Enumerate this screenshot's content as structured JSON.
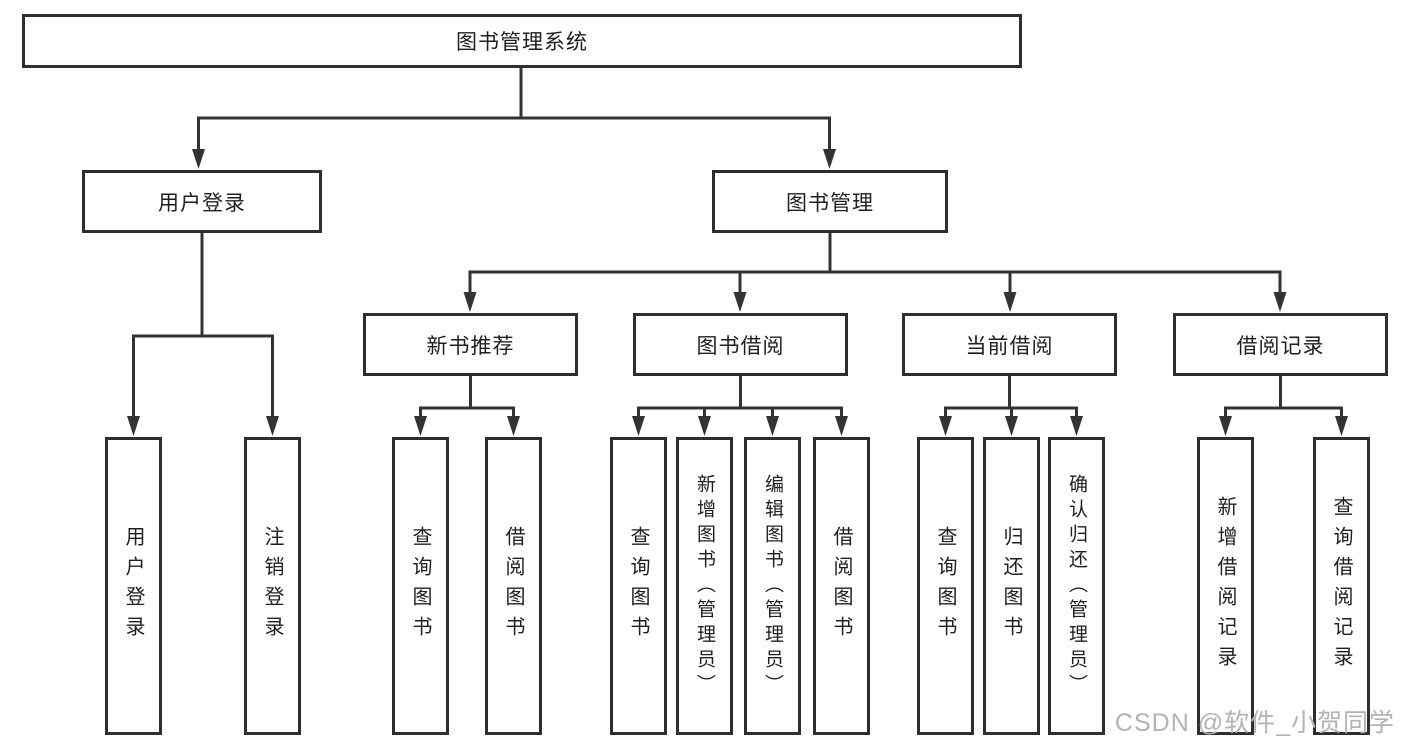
{
  "diagram": {
    "root": {
      "label": "图书管理系统"
    },
    "level2": [
      {
        "label": "用户登录"
      },
      {
        "label": "图书管理"
      }
    ],
    "level3": [
      {
        "label": "新书推荐",
        "parent": "图书管理"
      },
      {
        "label": "图书借阅",
        "parent": "图书管理"
      },
      {
        "label": "当前借阅",
        "parent": "图书管理"
      },
      {
        "label": "借阅记录",
        "parent": "图书管理"
      }
    ],
    "leaves": [
      {
        "label": "用户登录",
        "parent": "用户登录"
      },
      {
        "label": "注销登录",
        "parent": "用户登录"
      },
      {
        "label": "查询图书",
        "parent": "新书推荐"
      },
      {
        "label": "借阅图书",
        "parent": "新书推荐"
      },
      {
        "label": "查询图书",
        "parent": "图书借阅"
      },
      {
        "label": "新增图书（管理员）",
        "parent": "图书借阅"
      },
      {
        "label": "编辑图书（管理员）",
        "parent": "图书借阅"
      },
      {
        "label": "借阅图书",
        "parent": "图书借阅"
      },
      {
        "label": "查询图书",
        "parent": "当前借阅"
      },
      {
        "label": "归还图书",
        "parent": "当前借阅"
      },
      {
        "label": "确认归还（管理员）",
        "parent": "当前借阅"
      },
      {
        "label": "新增借阅记录",
        "parent": "借阅记录"
      },
      {
        "label": "查询借阅记录",
        "parent": "借阅记录"
      }
    ],
    "watermark": "CSDN @软件_小贺同学",
    "colors": {
      "line": "#333333",
      "box_border": "#2e2e2e",
      "box_fill": "#ffffff",
      "text": "#1f1f1f",
      "watermark": "#b3b3b3",
      "background": "#ffffff"
    }
  }
}
